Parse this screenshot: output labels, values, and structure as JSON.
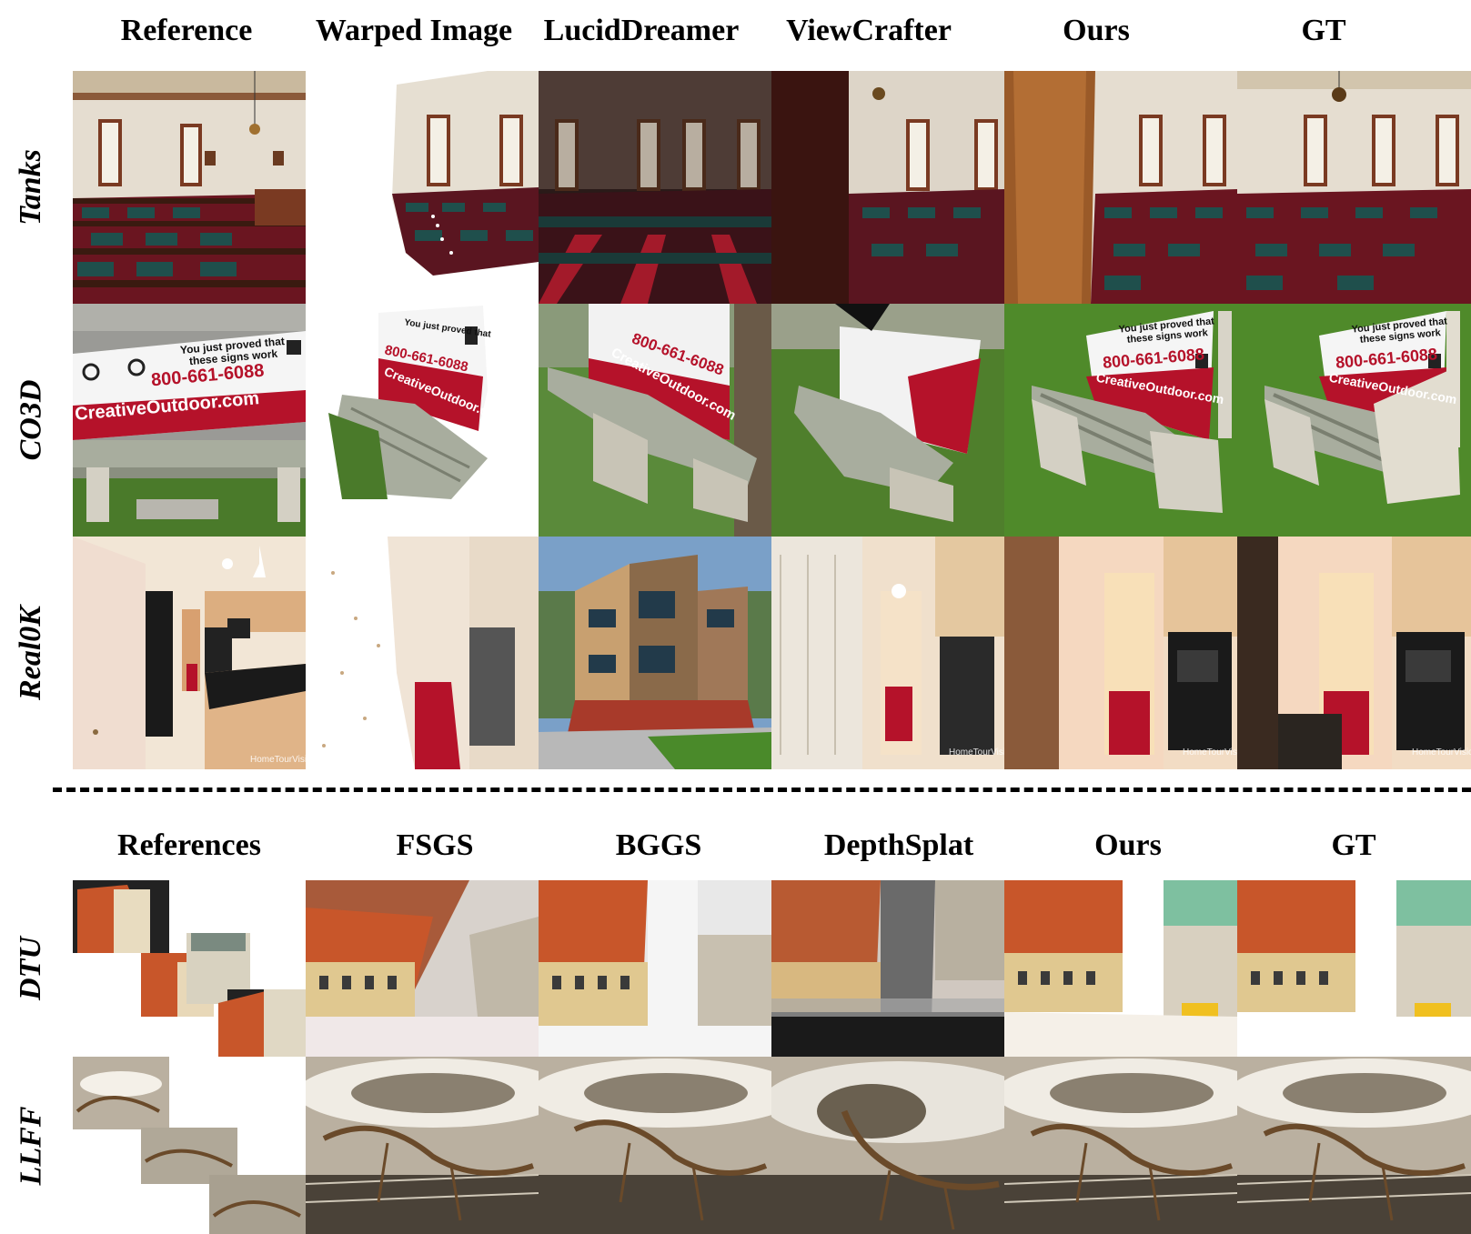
{
  "top_columns": [
    "Reference",
    "Warped Image",
    "LucidDreamer",
    "ViewCrafter",
    "Ours",
    "GT"
  ],
  "top_rows": [
    "Tanks",
    "CO3D",
    "Real0K"
  ],
  "bottom_columns": [
    "References",
    "FSGS",
    "BGGS",
    "DepthSplat",
    "Ours",
    "GT"
  ],
  "bottom_rows": [
    "DTU",
    "LLFF"
  ],
  "billboard": {
    "line1": "You just proved that",
    "line2": "these signs work",
    "phone": "800-661-6088",
    "site": "CreativeOutdoor.com"
  },
  "watermark": "HomeTourVision",
  "colors": {
    "courtroom_wall": "#e8e2d6",
    "carpet_red": "#8a1a2a",
    "seat_teal": "#1f4f4c",
    "grass": "#4f8a2a",
    "sign_red": "#b5122a",
    "roof_orange": "#c8562a",
    "kitchen_wood": "#e0b488"
  }
}
